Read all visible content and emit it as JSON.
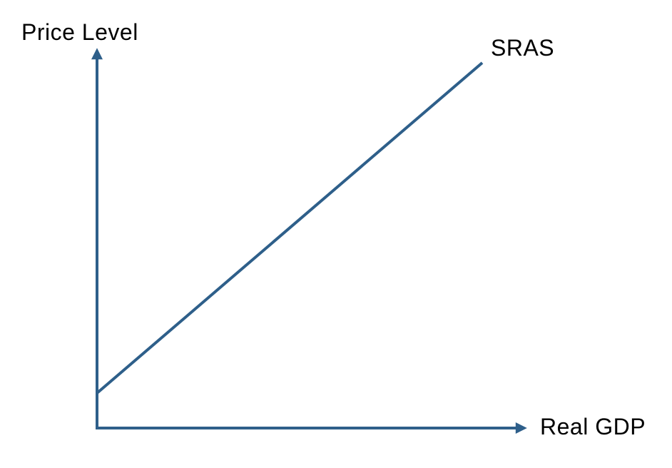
{
  "diagram": {
    "y_axis_label": "Price Level",
    "x_axis_label": "Real GDP",
    "curve_label": "SRAS",
    "colors": {
      "axis_and_curve": "#2E5F8A",
      "label_text": "#000000",
      "background": "#FFFFFF"
    },
    "chart_data": {
      "type": "line",
      "title": "",
      "xlabel": "Real GDP",
      "ylabel": "Price Level",
      "axes": "schematic, no ticks, no gridlines, arrowheads on both axes",
      "series": [
        {
          "name": "SRAS",
          "description": "single straight upward-sloping line starting on the vertical axis near the bottom and rising to the upper right",
          "points_normalized": [
            {
              "x": 0.0,
              "y": 0.09
            },
            {
              "x": 0.91,
              "y": 0.96
            }
          ]
        }
      ],
      "legend": "none (curve labeled inline at its upper end)"
    }
  }
}
